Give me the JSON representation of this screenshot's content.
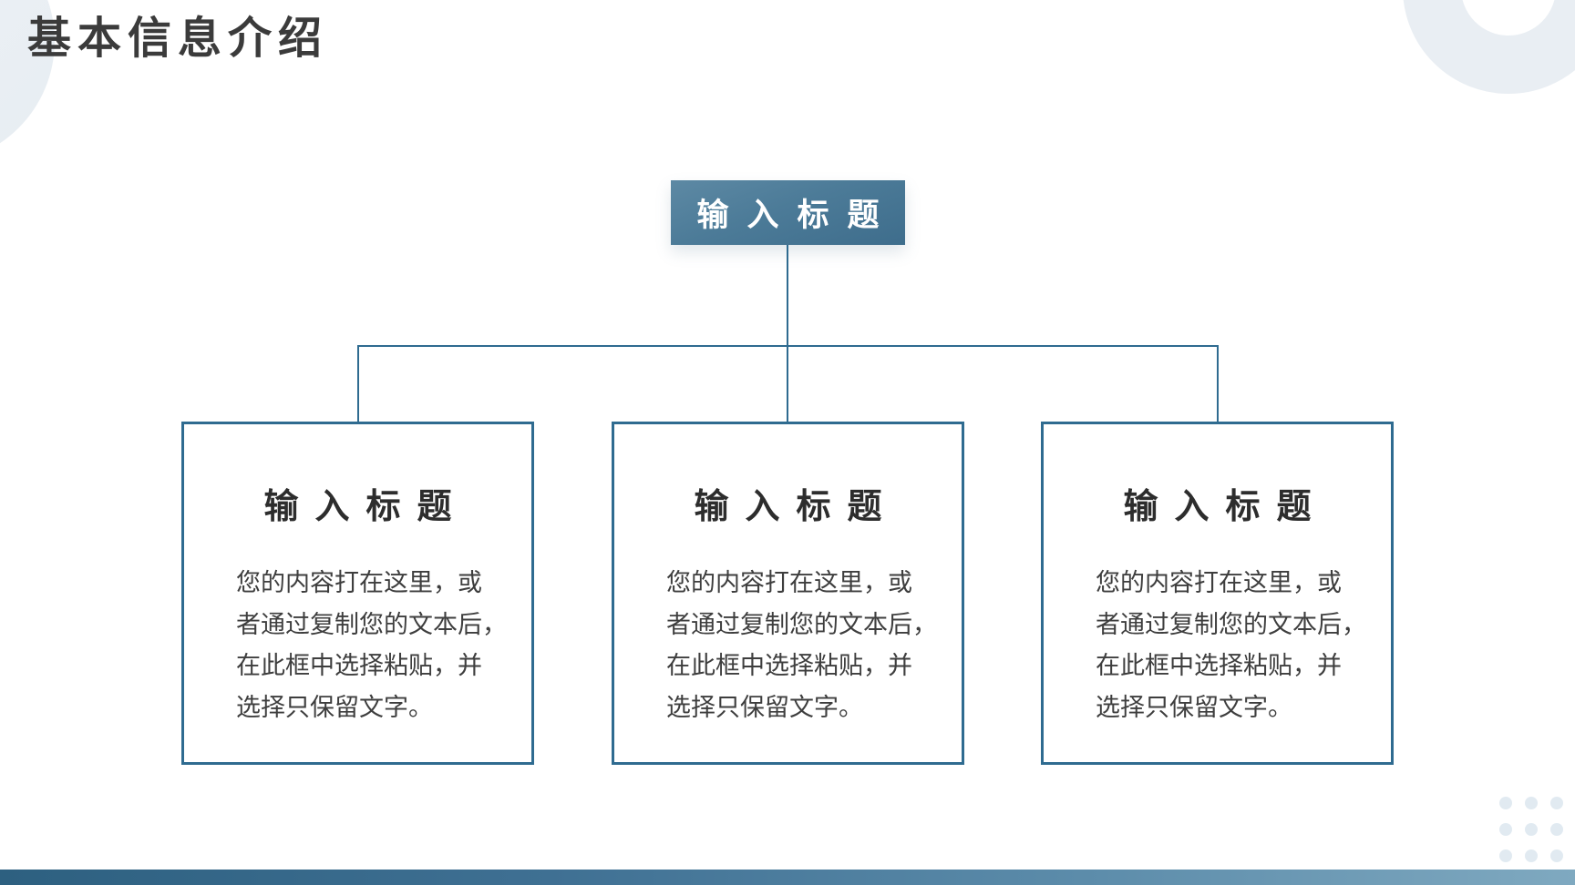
{
  "slide": {
    "title": "基本信息介绍"
  },
  "diagram": {
    "root": {
      "label": "输入标题"
    },
    "children": [
      {
        "title": "输入标题",
        "lines": [
          "您的内容打在这里，或",
          "者通过复制您的文本后，",
          "在此框中选择粘贴，并",
          "选择只保留文字。"
        ]
      },
      {
        "title": "输入标题",
        "lines": [
          "您的内容打在这里，或",
          "者通过复制您的文本后，",
          "在此框中选择粘贴，并",
          "选择只保留文字。"
        ]
      },
      {
        "title": "输入标题",
        "lines": [
          "您的内容打在这里，或",
          "者通过复制您的文本后，",
          "在此框中选择粘贴，并",
          "选择只保留文字。"
        ]
      }
    ]
  },
  "colors": {
    "accent_line": "#2f6b90",
    "root_node_gradient_start": "#5d89a4",
    "root_node_gradient_end": "#3e6d8c",
    "bottom_bar_gradient_start": "#2d6080",
    "bottom_bar_gradient_end": "#7fa9c0",
    "title_text": "#3b3b3b",
    "body_text": "#3e3e3e",
    "decoration_light_blue": "#e9eef3"
  }
}
